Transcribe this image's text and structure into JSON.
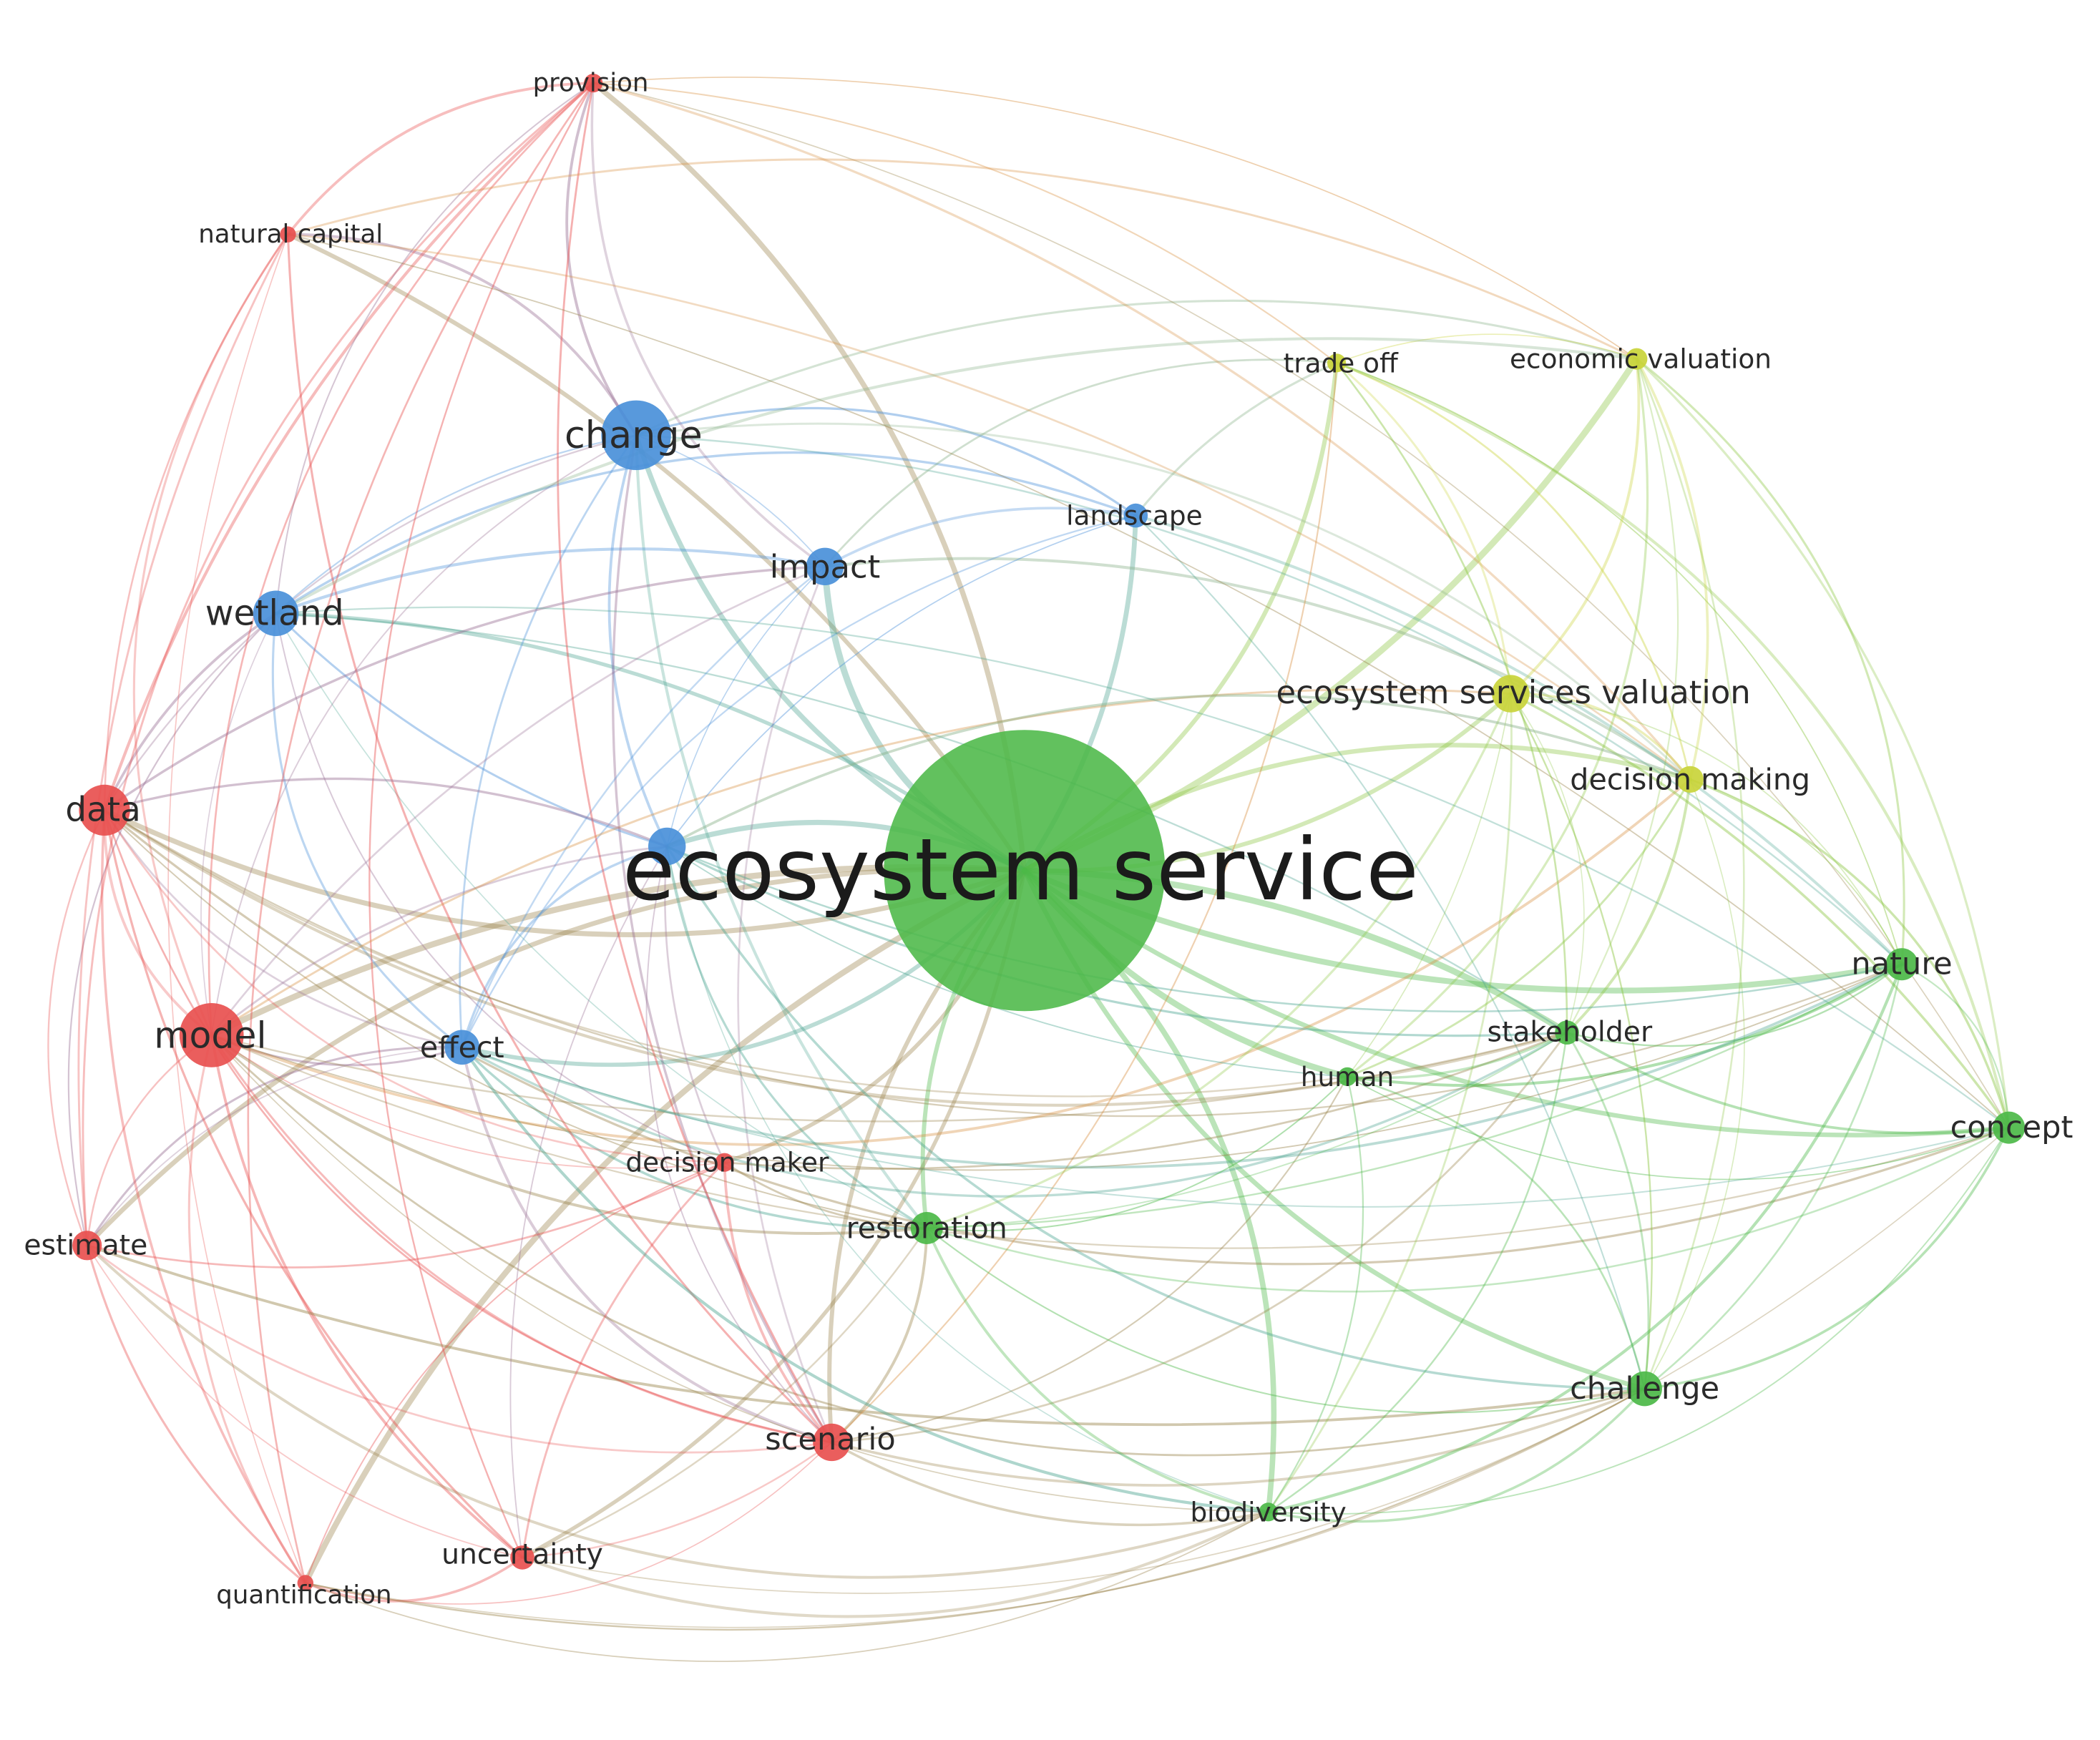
{
  "clusters": {
    "red": "#e8504f",
    "blue": "#4a90d9",
    "green": "#4cb848",
    "yellow": "#c9d43a"
  },
  "nodes": [
    {
      "id": "ecosystem-service",
      "label": "ecosystem service",
      "cluster": "green"
    },
    {
      "id": "provision",
      "label": "provision",
      "cluster": "red"
    },
    {
      "id": "natural-capital",
      "label": "natural capital",
      "cluster": "red"
    },
    {
      "id": "data",
      "label": "data",
      "cluster": "red"
    },
    {
      "id": "model",
      "label": "model",
      "cluster": "red"
    },
    {
      "id": "estimate",
      "label": "estimate",
      "cluster": "red"
    },
    {
      "id": "quantification",
      "label": "quantification",
      "cluster": "red"
    },
    {
      "id": "uncertainty",
      "label": "uncertainty",
      "cluster": "red"
    },
    {
      "id": "scenario",
      "label": "scenario",
      "cluster": "red"
    },
    {
      "id": "decision-maker",
      "label": "decision maker",
      "cluster": "red"
    },
    {
      "id": "change",
      "label": "change",
      "cluster": "blue"
    },
    {
      "id": "wetland",
      "label": "wetland",
      "cluster": "blue"
    },
    {
      "id": "impact",
      "label": "impact",
      "cluster": "blue"
    },
    {
      "id": "landscape",
      "label": "landscape",
      "cluster": "blue"
    },
    {
      "id": "effect",
      "label": "effect",
      "cluster": "blue"
    },
    {
      "id": "unlabeled-blue",
      "label": "",
      "cluster": "blue"
    },
    {
      "id": "trade-off",
      "label": "trade off",
      "cluster": "yellow"
    },
    {
      "id": "economic-valuation",
      "label": "economic valuation",
      "cluster": "yellow"
    },
    {
      "id": "ecosystem-services-valuation",
      "label": "ecosystem services valuation",
      "cluster": "yellow"
    },
    {
      "id": "decision-making",
      "label": "decision making",
      "cluster": "yellow"
    },
    {
      "id": "nature",
      "label": "nature",
      "cluster": "green"
    },
    {
      "id": "concept",
      "label": "concept",
      "cluster": "green"
    },
    {
      "id": "stakeholder",
      "label": "stakeholder",
      "cluster": "green"
    },
    {
      "id": "human",
      "label": "human",
      "cluster": "green"
    },
    {
      "id": "restoration",
      "label": "restoration",
      "cluster": "green"
    },
    {
      "id": "challenge",
      "label": "challenge",
      "cluster": "green"
    },
    {
      "id": "biodiversity",
      "label": "biodiversity",
      "cluster": "green"
    }
  ]
}
